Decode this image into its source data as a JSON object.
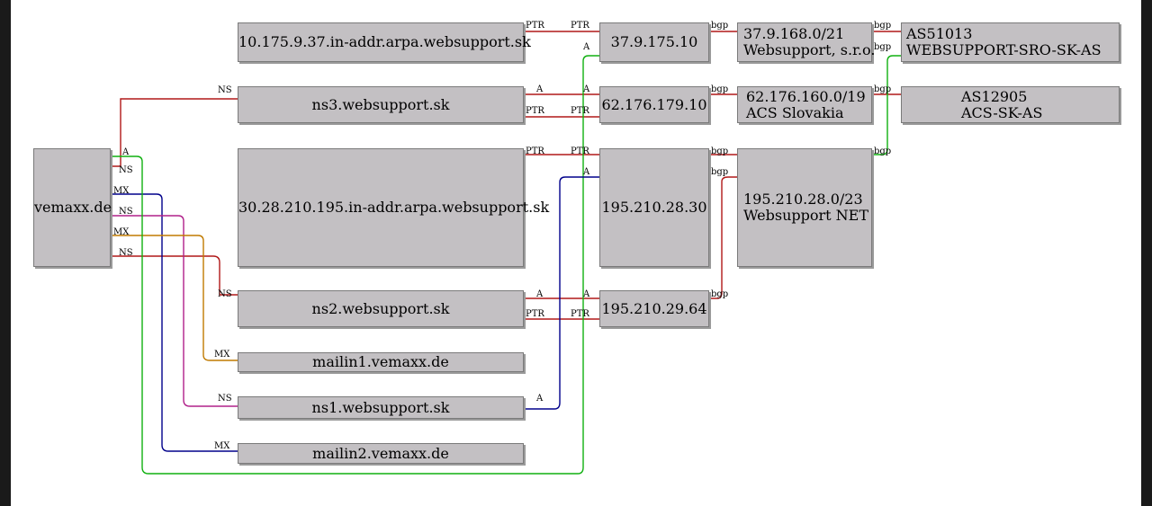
{
  "nodes": {
    "vemaxx": "vemaxx.de",
    "rev37": "10.175.9.37.in-addr.arpa.websupport.sk",
    "ns3": "ns3.websupport.sk",
    "rev195": "30.28.210.195.in-addr.arpa.websupport.sk",
    "ns2": "ns2.websupport.sk",
    "mailin1": "mailin1.vemaxx.de",
    "ns1": "ns1.websupport.sk",
    "mailin2": "mailin2.vemaxx.de",
    "ip_37_9_175_10": "37.9.175.10",
    "ip_62_176_179_10": "62.176.179.10",
    "ip_195_210_28_30": "195.210.28.30",
    "ip_195_210_29_64": "195.210.29.64",
    "net_websupport_sro": "37.9.168.0/21\nWebsupport, s.r.o.",
    "net_acs": "62.176.160.0/19\nACS Slovakia",
    "net_websupport_net": "195.210.28.0/23\nWebsupport NET",
    "as51013": "AS51013\nWEBSUPPORT-SRO-SK-AS",
    "as12905": "AS12905\nACS-SK-AS"
  },
  "edge_labels": {
    "ns": "NS",
    "mx": "MX",
    "a": "A",
    "ptr": "PTR",
    "bgp": "bgp"
  },
  "colors": {
    "ns_edge": "#b01818",
    "mx_mailin2": "#00008b",
    "ns_ns1": "#b0208a",
    "mx_mailin1": "#c07a00",
    "a_edge": "#10b010",
    "a_ns1": "#00008b",
    "bgp_as51013": "#10b010"
  }
}
